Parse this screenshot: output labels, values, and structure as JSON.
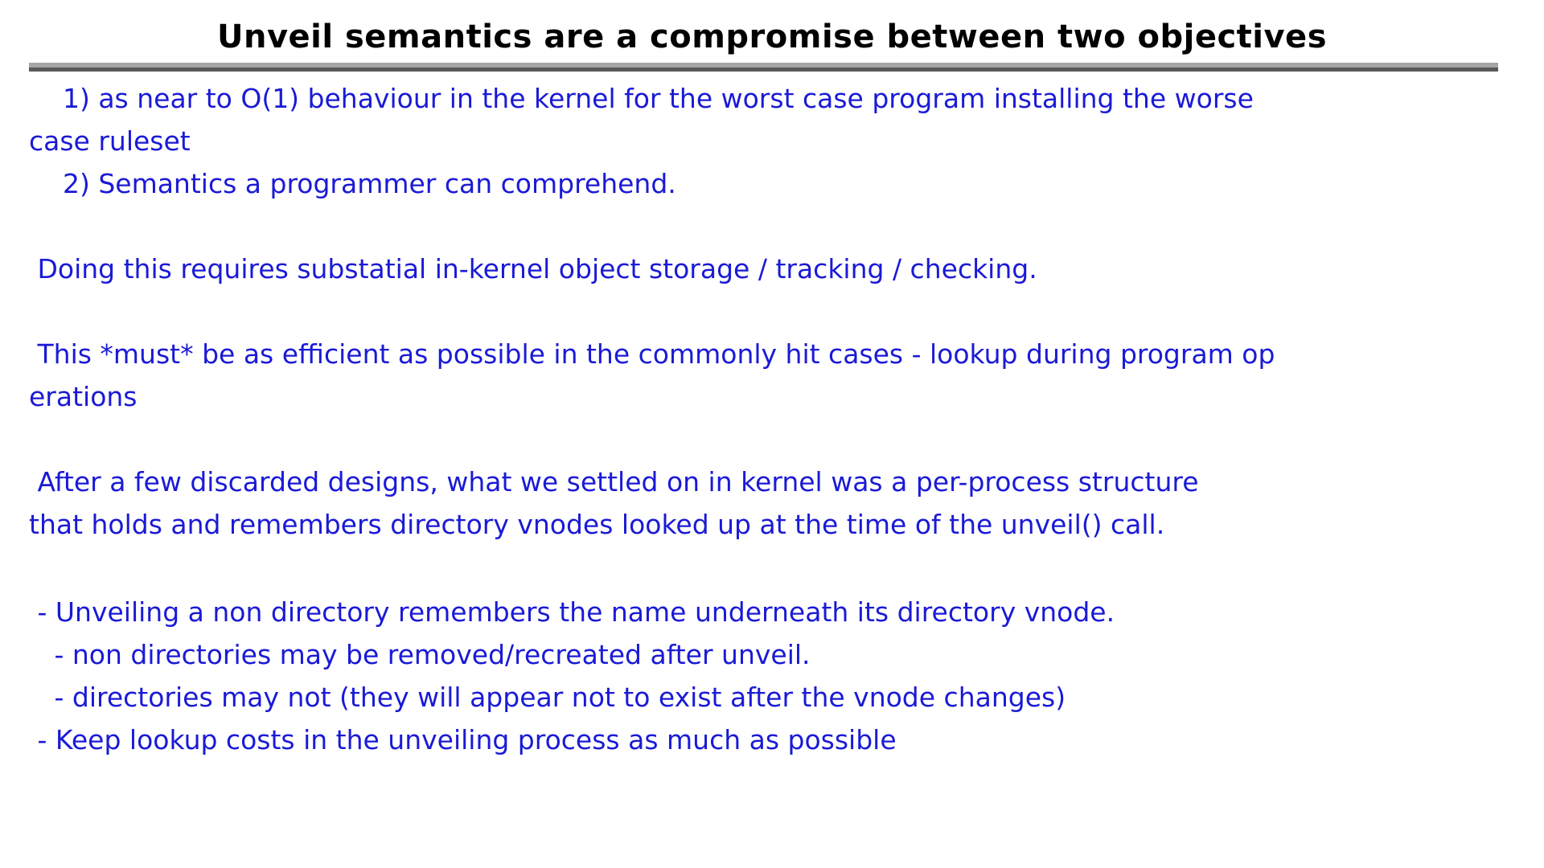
{
  "slide": {
    "title": "Unveil semantics are a compromise between two objectives",
    "divider": {
      "top_color": "#a6a6a6",
      "bottom_color": "#595959"
    },
    "text_color": "#1a1ad6",
    "title_color": "#000000",
    "background_color": "#ffffff"
  },
  "body": {
    "blocks": [
      {
        "id": "objectives-list",
        "lines": [
          "    1) as near to O(1) behaviour in the kernel for the worst case program installing the worse",
          "case ruleset",
          "    2) Semantics a programmer can comprehend."
        ]
      },
      {
        "id": "blank-1",
        "lines": [
          ""
        ]
      },
      {
        "id": "storage-requirement",
        "lines": [
          " Doing this requires substatial in-kernel object storage / tracking / checking."
        ]
      },
      {
        "id": "blank-2",
        "lines": [
          ""
        ]
      },
      {
        "id": "efficiency-requirement",
        "lines": [
          " This *must* be as efficient as possible in the commonly hit cases - lookup during program op",
          "erations"
        ]
      },
      {
        "id": "blank-3",
        "lines": [
          ""
        ]
      },
      {
        "id": "design-outcome",
        "lines": [
          " After a few discarded designs, what we settled on in kernel was a per-process structure",
          "that holds and remembers directory vnodes looked up at the time of the unveil() call."
        ]
      },
      {
        "id": "blank-4",
        "lines": [
          ""
        ]
      },
      {
        "id": "bullet-list",
        "lines": [
          " - Unveiling a non directory remembers the name underneath its directory vnode.",
          "   - non directories may be removed/recreated after unveil.",
          "   - directories may not (they will appear not to exist after the vnode changes)",
          " - Keep lookup costs in the unveiling process as much as possible"
        ]
      }
    ]
  }
}
